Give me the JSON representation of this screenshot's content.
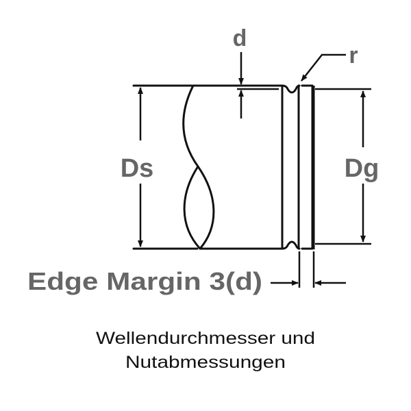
{
  "diagram": {
    "labels": {
      "d": "d",
      "r": "r",
      "ds": "Ds",
      "dg": "Dg",
      "edge_margin": "Edge Margin 3(d)"
    },
    "caption": {
      "line1": "Wellendurchmesser und",
      "line2": "Nutabmessungen"
    },
    "colors": {
      "label_text": "#666666",
      "lines": "#111111",
      "caption_text": "#111111"
    }
  }
}
